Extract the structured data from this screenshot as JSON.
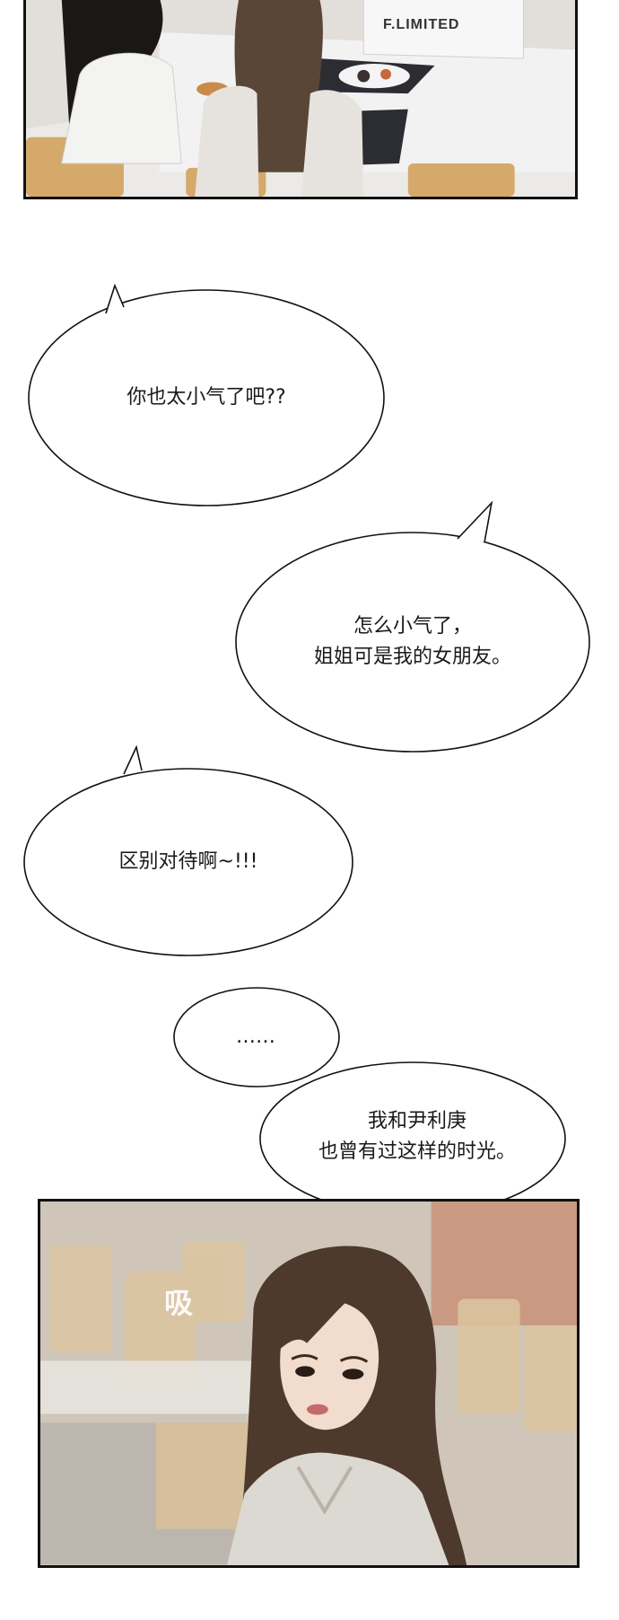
{
  "panels": {
    "top": {
      "shirt_text": "F.LIMITED"
    },
    "bottom": {
      "sfx": "吸"
    }
  },
  "bubbles": [
    {
      "id": "b1",
      "lines": [
        "你也太小气了吧??"
      ]
    },
    {
      "id": "b2",
      "lines": [
        "怎么小气了，",
        "姐姐可是我的女朋友。"
      ]
    },
    {
      "id": "b3",
      "lines": [
        "区别对待啊~!!!"
      ]
    },
    {
      "id": "b4",
      "lines": [
        "……"
      ]
    },
    {
      "id": "b5",
      "lines": [
        "我和尹利庚",
        "也曾有过这样的时光。"
      ]
    }
  ]
}
